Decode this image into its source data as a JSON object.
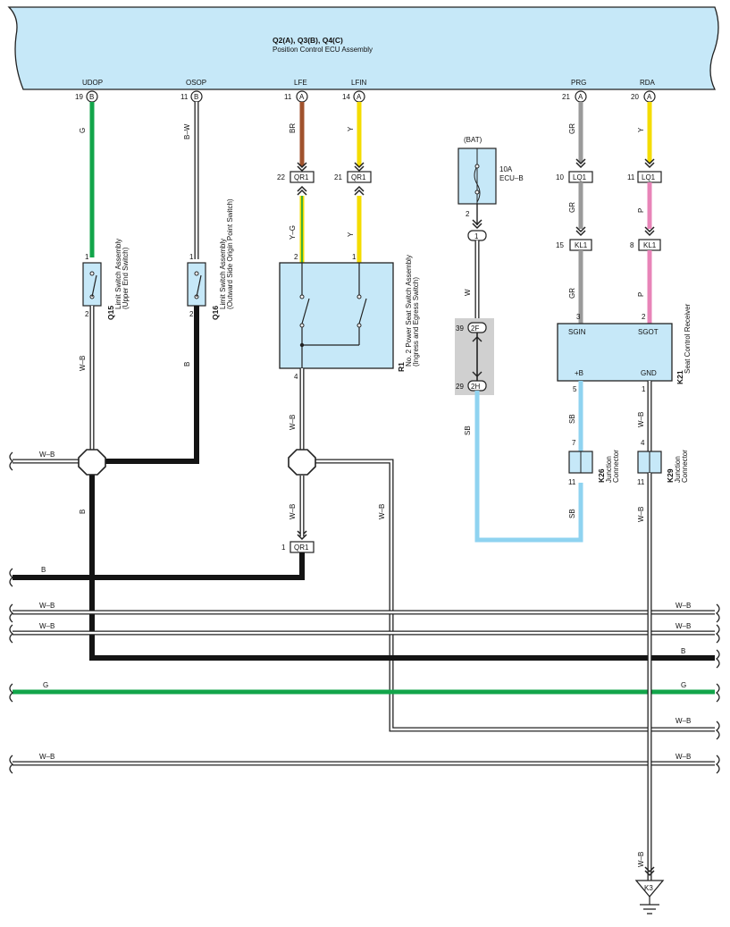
{
  "ecu": {
    "code": "Q2(A), Q3(B), Q4(C)",
    "name": "Position Control ECU Assembly",
    "terminals": [
      {
        "name": "UDOP",
        "pin": "19",
        "conn": "B"
      },
      {
        "name": "OSOP",
        "pin": "11",
        "conn": "B"
      },
      {
        "name": "LFE",
        "pin": "11",
        "conn": "A"
      },
      {
        "name": "LFIN",
        "pin": "14",
        "conn": "A"
      },
      {
        "name": "PRG",
        "pin": "21",
        "conn": "A"
      },
      {
        "name": "RDA",
        "pin": "20",
        "conn": "A"
      }
    ]
  },
  "wire_colors": {
    "G": "#12a54a",
    "B": "#141414",
    "W": "#ffffff",
    "BR": "#a0522d",
    "Y": "#f4dc00",
    "GR": "#9a9a9a",
    "P": "#e884b8",
    "SB": "#8fd3f0"
  },
  "wire_labels": {
    "udop": "G",
    "osop": "B–W",
    "lfe": "BR",
    "lfin": "Y",
    "prg": "GR",
    "rda": "Y",
    "lfe_yg": "Y–G",
    "lfin_y": "Y",
    "prg_gr2": "GR",
    "rda_p": "P",
    "prg_gr3": "GR",
    "rda_p2": "P",
    "bat_w": "W",
    "sb_a": "SB",
    "sb_b": "SB",
    "k21_sb": "SB",
    "k21_wb": "W–B",
    "k26_sb": "SB",
    "k29_wb": "W–B",
    "q15_wb": "W–B",
    "q16_b": "B",
    "r1_wb": "W–B",
    "join_b": "B",
    "r1_wb2": "W–B",
    "r1_wb3": "W–B",
    "ground_wb": "W–B"
  },
  "connectors": {
    "qr1_a": {
      "id": "QR1",
      "pin": "22"
    },
    "qr1_b": {
      "id": "QR1",
      "pin": "21"
    },
    "qr1_c": {
      "id": "QR1",
      "pin": "1"
    },
    "lq1_a": {
      "id": "LQ1",
      "pin": "10"
    },
    "lq1_b": {
      "id": "LQ1",
      "pin": "11"
    },
    "kl1_a": {
      "id": "KL1",
      "pin": "15"
    },
    "kl1_b": {
      "id": "KL1",
      "pin": "8"
    }
  },
  "fuse": {
    "source": "(BAT)",
    "rating": "10A",
    "name": "ECU–B",
    "pin_out": "2",
    "connector": "1"
  },
  "junction_2f": {
    "pin": "39",
    "id": "2F"
  },
  "junction_2h": {
    "pin": "29",
    "id": "2H"
  },
  "components": {
    "q15": {
      "code": "Q15",
      "name": "Limit Switch Assembly",
      "sub": "(Upper End Switch)",
      "pin_top": "1",
      "pin_bottom": "2"
    },
    "q16": {
      "code": "Q16",
      "name": "Limit Switch Assembly",
      "sub": "(Outward Side Origin Point Switch)",
      "pin_top": "1",
      "pin_bottom": "2"
    },
    "r1": {
      "code": "R1",
      "name": "No. 2 Power Seat Switch Assembly",
      "sub": "(Ingress and Egress Switch)",
      "pin_2": "2",
      "pin_1": "1",
      "pin_4": "4"
    },
    "k21": {
      "code": "K21",
      "name": "Seat Control Receiver",
      "sgin": "SGIN",
      "sgot": "SGOT",
      "plusb": "+B",
      "gnd": "GND",
      "pin_3": "3",
      "pin_2": "2",
      "pin_5": "5",
      "pin_1": "1"
    },
    "k26": {
      "code": "K26",
      "name": "Junction",
      "sub": "Connector",
      "pin_top": "7",
      "pin_bottom": "11"
    },
    "k29": {
      "code": "K29",
      "name": "Junction",
      "sub": "Connector",
      "pin_top": "4",
      "pin_bottom": "11"
    }
  },
  "bus_lines": [
    {
      "label_left": "W–B",
      "label_right": ""
    },
    {
      "label_left": "B",
      "label_right": ""
    },
    {
      "label_left": "W–B",
      "label_right": "W–B"
    },
    {
      "label_left": "W–B",
      "label_right": "W–B"
    },
    {
      "label_left": "",
      "label_right": "B"
    },
    {
      "label_left": "G",
      "label_right": "G"
    },
    {
      "label_left": "",
      "label_right": "W–B"
    },
    {
      "label_left": "W–B",
      "label_right": "W–B"
    }
  ],
  "ground": {
    "id": "K3"
  }
}
